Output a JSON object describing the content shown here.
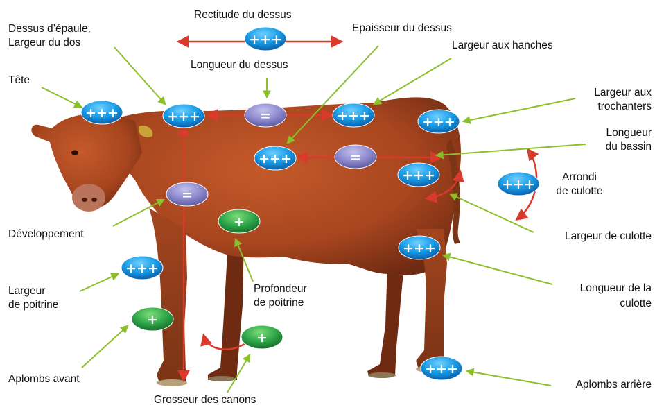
{
  "labels": {
    "rectitude": "Rectitude du dessus",
    "dessus_epaule_1": "Dessus d’épaule,",
    "dessus_epaule_2": "Largeur du dos",
    "epaisseur": "Epaisseur du dessus",
    "largeur_hanches": "Largeur aux hanches",
    "longueur_dessus": "Longueur du dessus",
    "tete": "Tête",
    "trochanters_1": "Largeur aux",
    "trochanters_2": "trochanters",
    "bassin_1": "Longueur",
    "bassin_2": "du bassin",
    "arrondi_1": "Arrondi",
    "arrondi_2": "de culotte",
    "developpement": "Développement",
    "largeur_culotte": "Largeur de culotte",
    "largeur_poitrine_1": "Largeur",
    "largeur_poitrine_2": "de poitrine",
    "profondeur_1": "Profondeur",
    "profondeur_2": "de poitrine",
    "longueur_culotte_1": "Longueur de la",
    "longueur_culotte_2": "culotte",
    "aplombs_avant": "Aplombs avant",
    "aplombs_arriere": "Aplombs arrière",
    "grosseur_canons": "Grosseur des canons"
  },
  "ratings": {
    "rectitude": "+++",
    "tete": "+++",
    "dessus_epaule": "+++",
    "longueur_dessus": "=",
    "epaisseur": "+++",
    "largeur_hanches": "+++",
    "trochanters": "+++",
    "bassin": "=",
    "largeur_culotte": "+++",
    "arrondi": "+++",
    "developpement": "=",
    "profondeur": "+",
    "largeur_poitrine": "+++",
    "longueur_culotte": "+++",
    "aplombs_avant": "+",
    "grosseur_canons": "+",
    "aplombs_arriere": "+++"
  },
  "colors": {
    "blue_badge": "#1a9be6",
    "purple_badge": "#8f8ccf",
    "green_badge": "#2fa84a",
    "arrow_red": "#d93a2b",
    "pointer_green": "#8cbf2c",
    "cow_red_brown": "#a8461f"
  },
  "icons": [
    "cow-illustration",
    "double-arrow",
    "curved-arrow"
  ]
}
